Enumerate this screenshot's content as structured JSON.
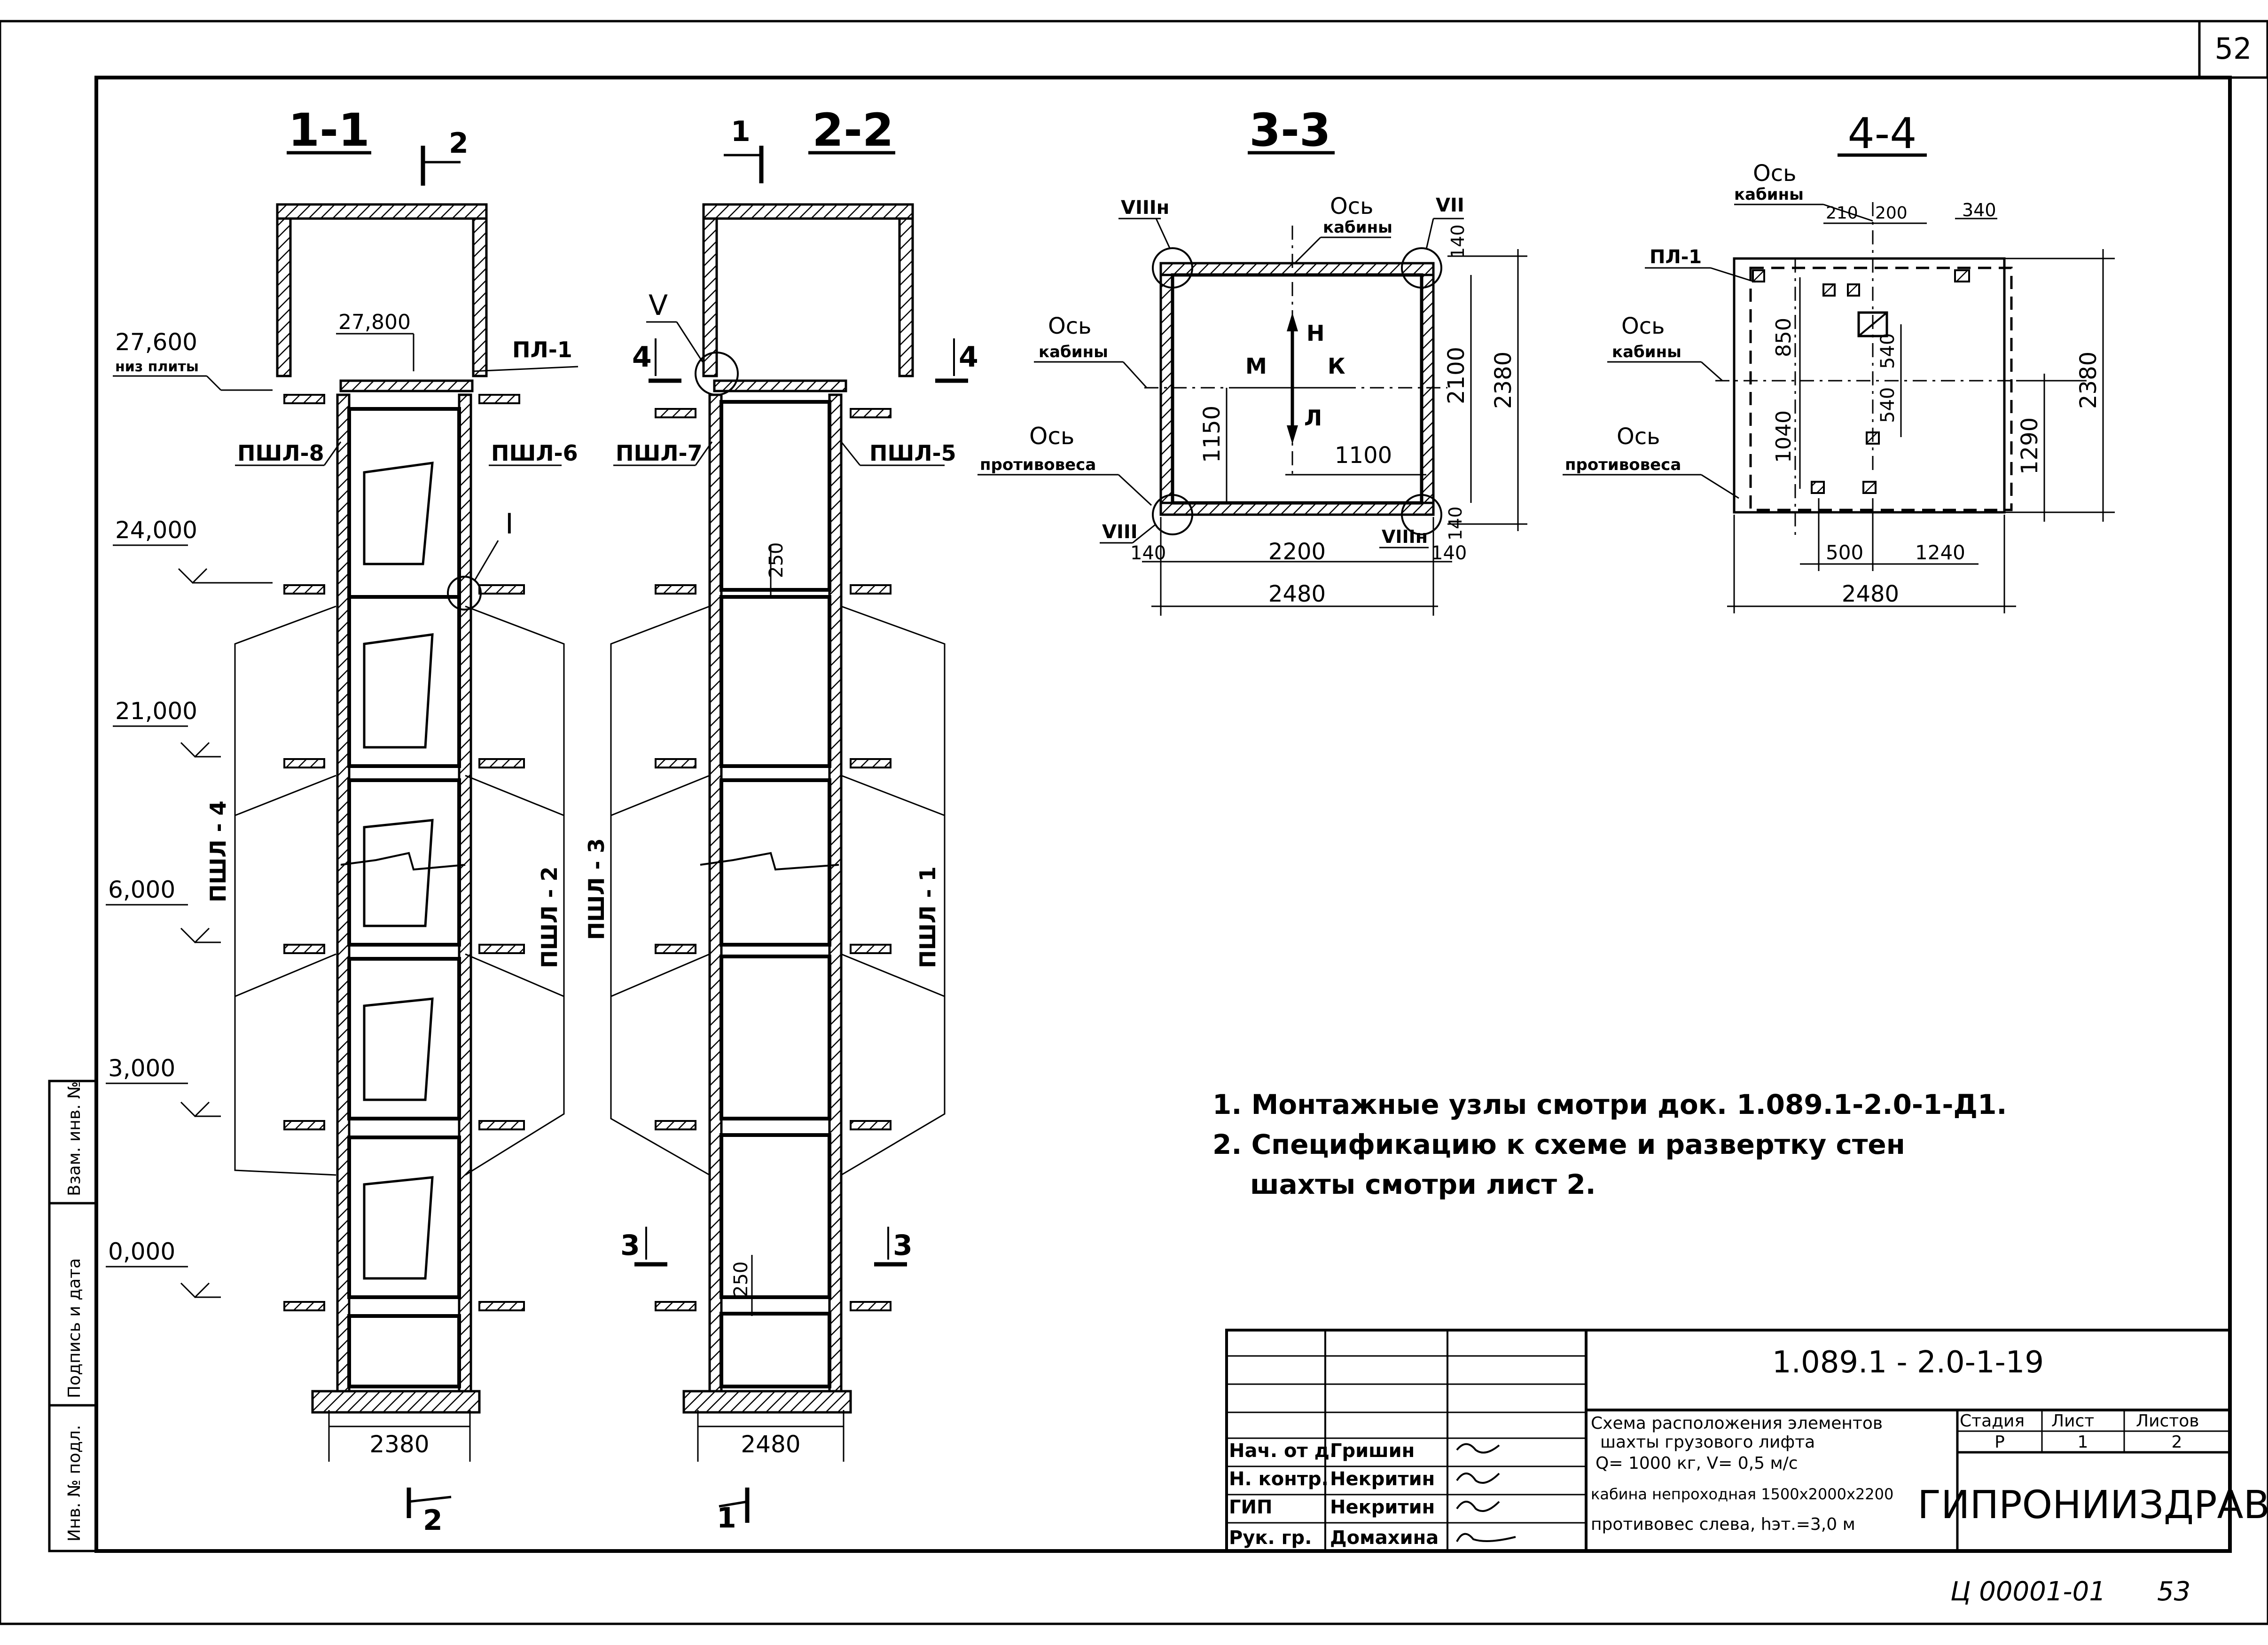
{
  "sheet_number": "52",
  "stamp_code": "Ц 00001-01",
  "stamp_page": "53",
  "sections": {
    "s11": {
      "title": "1-1",
      "cut": "2",
      "cut_bottom": "2",
      "width": "2380",
      "marks": {
        "pl1": "ПЛ-1",
        "pshl8": "ПШЛ-8",
        "pshl6": "ПШЛ-6",
        "pshl4": "ПШЛ - 4",
        "pshl2": "ПШЛ - 2",
        "node1": "I"
      },
      "slab_mark": "27,800"
    },
    "s22": {
      "title": "2-2",
      "cut": "1",
      "cut_bottom": "1",
      "width": "2480",
      "marks": {
        "pshl7": "ПШЛ-7",
        "pshl5": "ПШЛ-5",
        "pshl3": "ПШЛ - 3",
        "pshl1": "ПШЛ - 1",
        "node5": "V"
      },
      "dim_top": "250",
      "dim_bottom": "250",
      "cut4": "4",
      "cut3": "3"
    },
    "s33": {
      "title": "3-3",
      "os_kab1": "Ось",
      "os_kab1b": "кабины",
      "os_kab2": "Ось",
      "os_kab2b": "кабины",
      "os_prot": "Ось",
      "os_protb": "противовеса",
      "nodes": {
        "n8h": "VIIIн",
        "n7": "VII",
        "n8": "VIII",
        "n8h2": "VIIIн"
      },
      "dirs": {
        "n": "Н",
        "m": "М",
        "k": "К",
        "l": "Л"
      },
      "dims": {
        "d140a": "140",
        "d2100": "2100",
        "d2380": "2380",
        "d1150": "1150",
        "d1100": "1100",
        "d140b": "140",
        "d2200": "2200",
        "d140c": "140",
        "d140d": "140",
        "d2480": "2480"
      }
    },
    "s44": {
      "title": "4-4",
      "os_kab1": "Ось",
      "os_kab1b": "кабины",
      "os_kab2": "Ось",
      "os_kab2b": "кабины",
      "os_prot": "Ось",
      "os_protb": "противовеса",
      "pl1": "ПЛ-1",
      "dims": {
        "d210": "210",
        "d200": "200",
        "d340": "340",
        "d850": "850",
        "d540a": "540",
        "d540b": "540",
        "d1040": "1040",
        "d1290": "1290",
        "d2380": "2380",
        "d500": "500",
        "d1240": "1240",
        "d2480": "2480"
      }
    }
  },
  "levels": [
    {
      "value": "27,600",
      "sub": "низ плиты"
    },
    {
      "value": "24,000",
      "sub": ""
    },
    {
      "value": "21,000",
      "sub": ""
    },
    {
      "value": "6,000",
      "sub": ""
    },
    {
      "value": "3,000",
      "sub": ""
    },
    {
      "value": "0,000",
      "sub": ""
    }
  ],
  "notes": [
    "1.  Монтажные узлы смотри док. 1.089.1-2.0-1-Д1.",
    "2.  Спецификацию к схеме   и развертку стен",
    "шахты смотри лист 2."
  ],
  "side_stamp": {
    "a": "Инв. № подл.",
    "b": "Подпись и дата",
    "c": "Взам. инв. №"
  },
  "title_block": {
    "code": "1.089.1 - 2.0-1-19",
    "desc1": "Схема расположения элементов",
    "desc2": "шахты грузового лифта",
    "desc3": "Q= 1000 кг,  V= 0,5 м/с",
    "desc4": "кабина непроходная 1500x2000x2200",
    "desc5": "противовес слева,  hэт.=3,0 м",
    "stage_h": "Стадия",
    "sheet_h": "Лист",
    "sheets_h": "Листов",
    "stage": "Р",
    "sheet": "1",
    "sheets": "2",
    "org": "ГИПРОНИИЗДРАВ",
    "staff": [
      {
        "role": "Нач. от д.",
        "name": "Гришин"
      },
      {
        "role": "Н. контр.",
        "name": "Некритин"
      },
      {
        "role": "ГИП",
        "name": "Некритин"
      },
      {
        "role": "Рук. гр.",
        "name": "Домахина"
      }
    ]
  }
}
